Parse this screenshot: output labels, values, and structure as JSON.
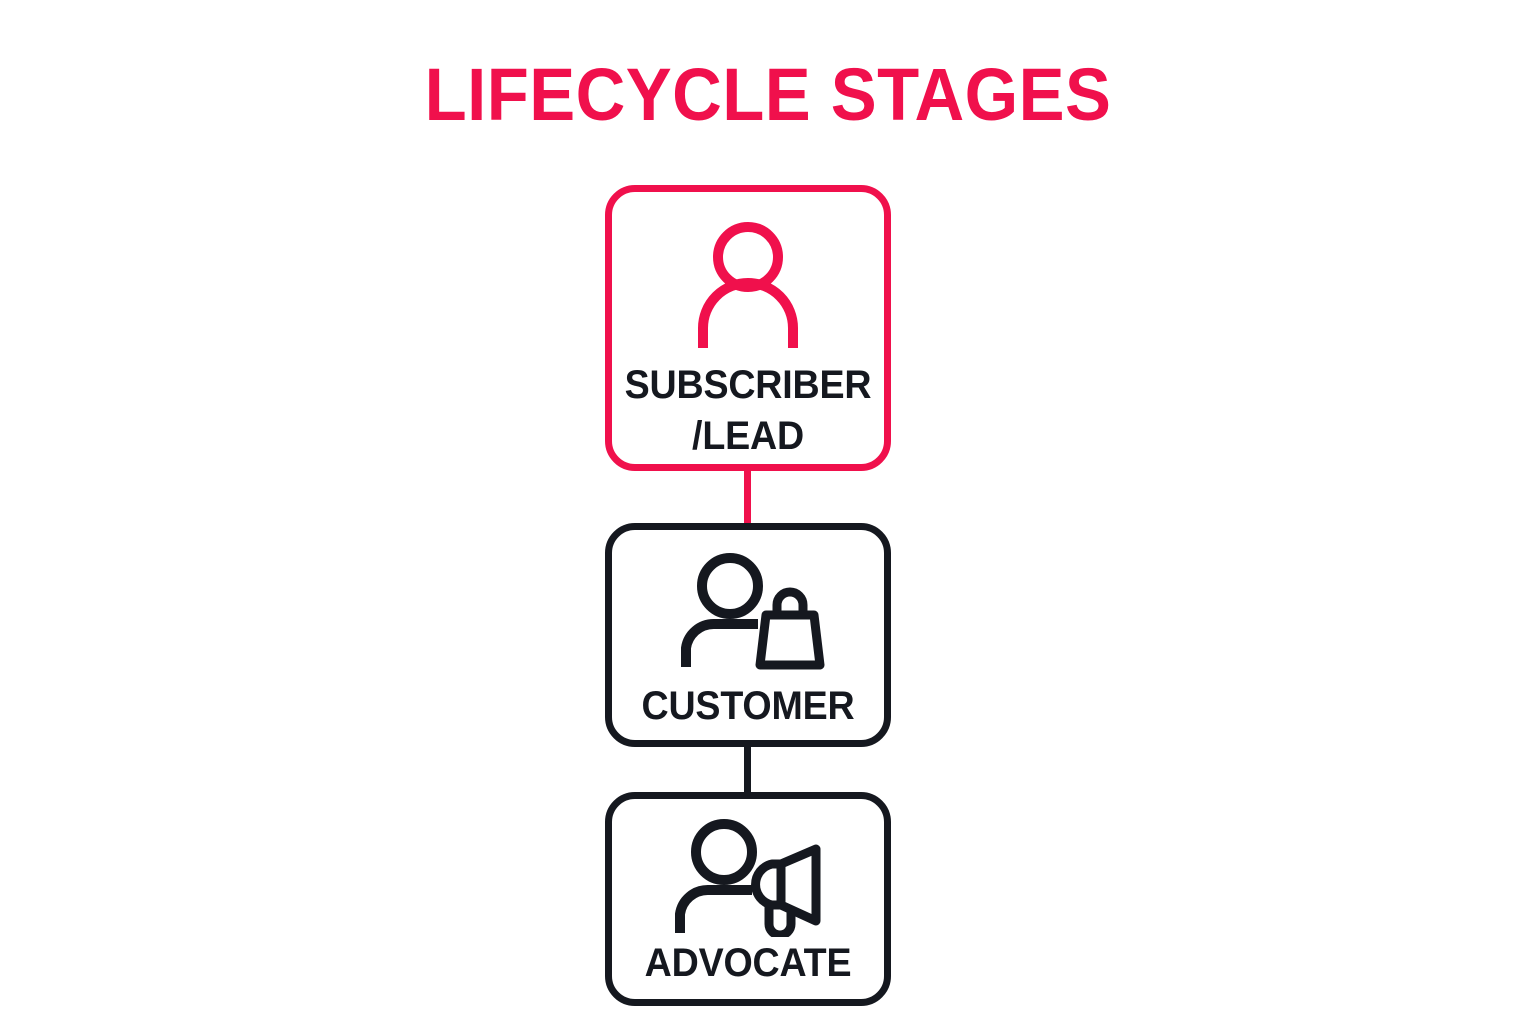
{
  "page": {
    "title": "LIFECYCLE STAGES",
    "background_color": "#FFFFFF",
    "accent_color": "#F0104C",
    "dark_color": "#15181F"
  },
  "diagram": {
    "type": "vertical-flow",
    "stages": [
      {
        "id": "subscriber-lead",
        "label": "SUBSCRIBER\n/LEAD",
        "icon": "person-icon",
        "color": "#F0104C",
        "order": 1
      },
      {
        "id": "customer",
        "label": "CUSTOMER",
        "icon": "person-shopping-bag-icon",
        "color": "#15181F",
        "order": 2
      },
      {
        "id": "advocate",
        "label": "ADVOCATE",
        "icon": "person-megaphone-icon",
        "color": "#15181F",
        "order": 3
      }
    ],
    "connectors": [
      {
        "id": "subscriber-to-customer",
        "color": "#F0104C"
      },
      {
        "id": "customer-to-advocate",
        "color": "#15181F"
      }
    ]
  }
}
